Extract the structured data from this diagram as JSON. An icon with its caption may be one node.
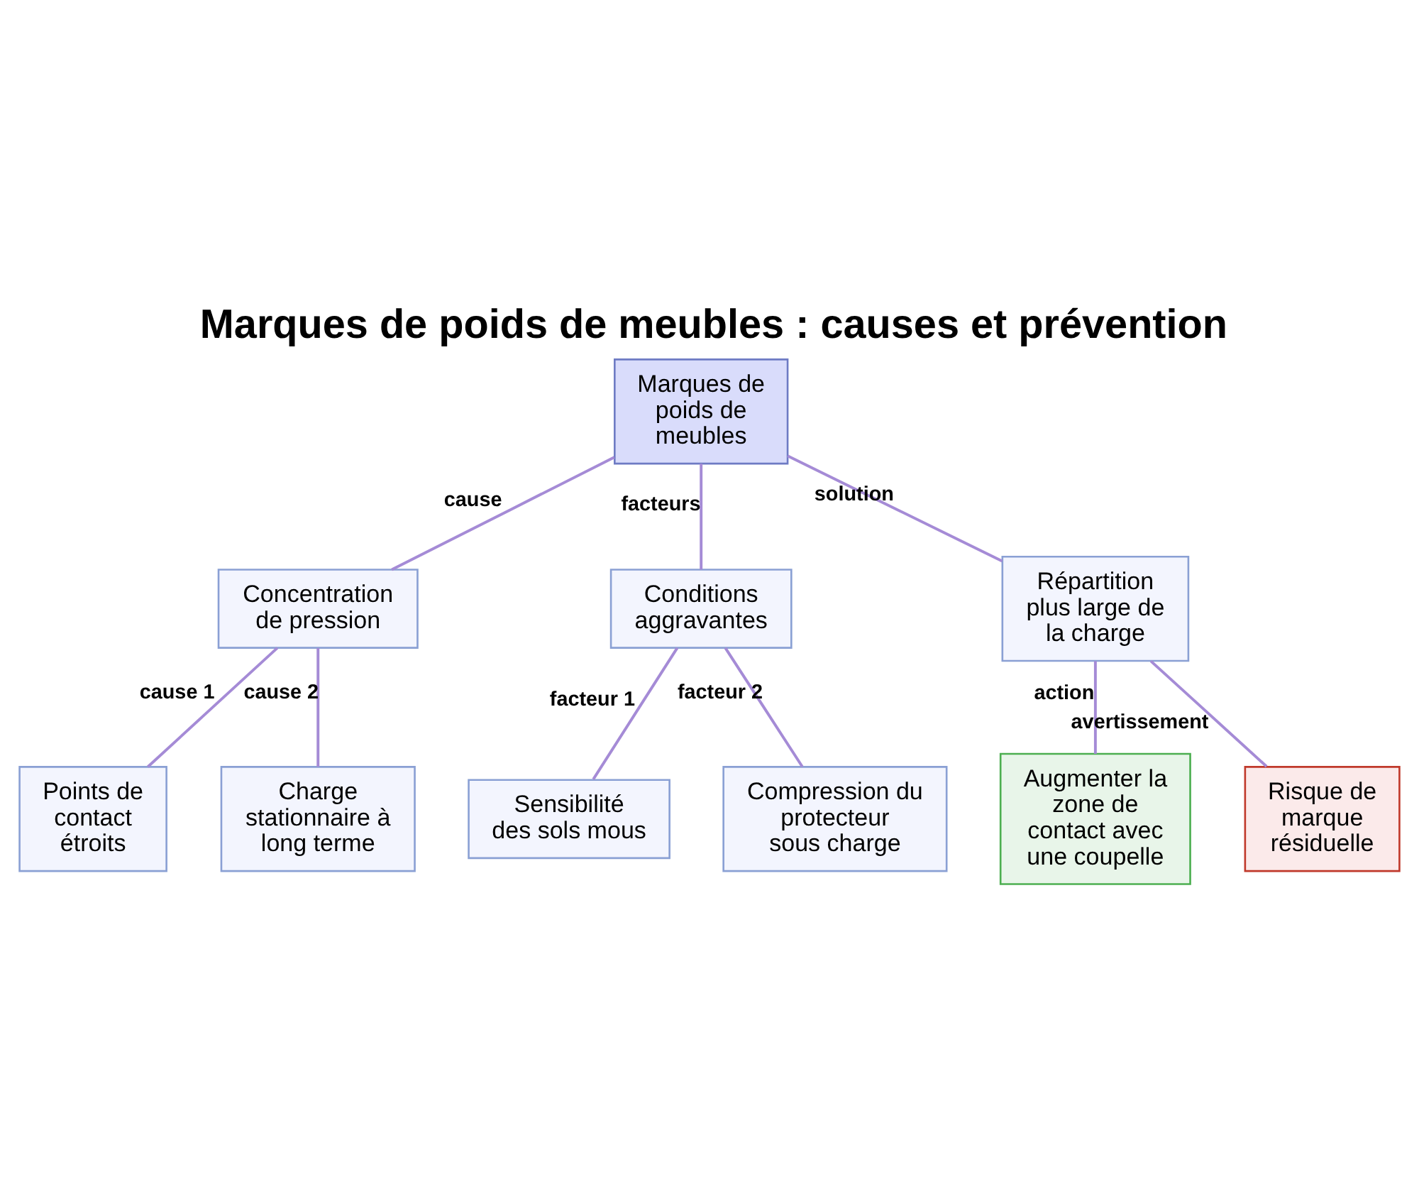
{
  "diagram": {
    "title": "Marques de poids de meubles : causes et prévention",
    "nodes": [
      {
        "text": [
          "Marques de poids de meubles"
        ]
      },
      {
        "text": [
          "Concentration de pression"
        ]
      },
      {
        "text": [
          "Conditions aggravantes"
        ]
      },
      {
        "text": [
          "Répartition plus large de la charge"
        ]
      },
      {
        "text": [
          "Points de contact étroits"
        ]
      },
      {
        "text": [
          "Charge stationnaire à long terme"
        ]
      },
      {
        "text": [
          "Sensibilité des sols mous"
        ]
      },
      {
        "text": [
          "Compression du protecteur sous charge"
        ]
      },
      {
        "text": [
          "Augmenter la zone de contact avec une coupelle"
        ]
      },
      {
        "text": [
          "Risque de marque résiduelle"
        ]
      }
    ],
    "edges": [
      {
        "from": 0,
        "to": 1,
        "arrow": "none",
        "label": "cause"
      },
      {
        "from": 0,
        "to": 2,
        "arrow": "none",
        "label": "facteurs"
      },
      {
        "from": 0,
        "to": 3,
        "arrow": "none",
        "label": "solution"
      },
      {
        "from": 1,
        "to": 4,
        "arrow": "none",
        "label": "cause 1"
      },
      {
        "from": 1,
        "to": 5,
        "arrow": "none",
        "label": "cause 2"
      },
      {
        "from": 2,
        "to": 6,
        "arrow": "none",
        "label": "facteur 1"
      },
      {
        "from": 2,
        "to": 7,
        "arrow": "none",
        "label": "facteur 2"
      },
      {
        "from": 3,
        "to": 8,
        "arrow": "none",
        "label": "action"
      },
      {
        "from": 3,
        "to": 9,
        "arrow": "none",
        "label": "avertissement"
      }
    ]
  }
}
